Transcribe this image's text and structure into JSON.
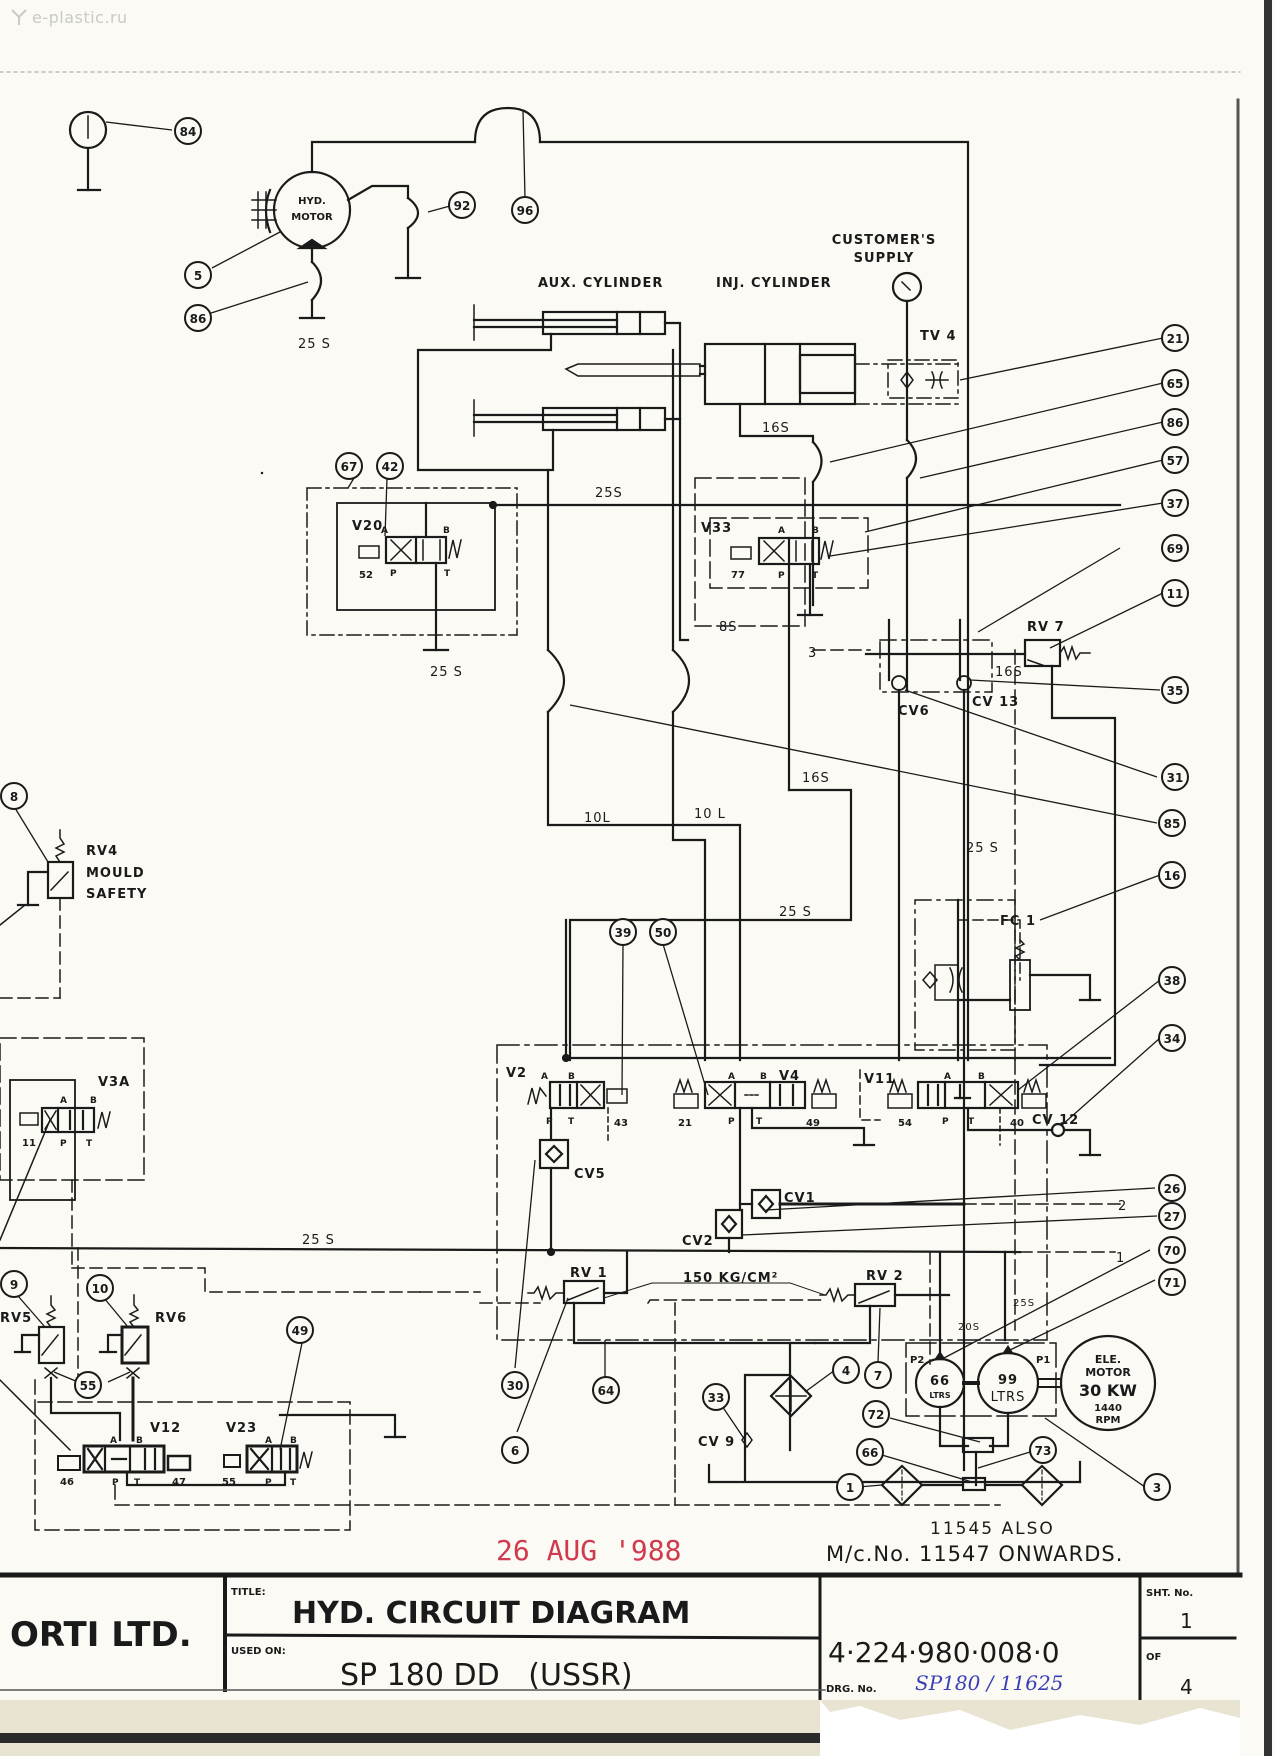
{
  "watermark": "e-plastic.ru",
  "components": {
    "hyd_motor": [
      "HYD.",
      "MOTOR"
    ],
    "aux_cylinder": "AUX. CYLINDER",
    "inj_cylinder": "INJ. CYLINDER",
    "customers_supply": [
      "CUSTOMER'S",
      "SUPPLY"
    ],
    "tv4": "TV 4",
    "v20": "V20",
    "v33": "V33",
    "rv7": "RV 7",
    "cv6": "CV6",
    "cv13": "CV 13",
    "rv4": [
      "RV4",
      "MOULD",
      "SAFETY"
    ],
    "fc1": "FC 1",
    "v2": "V2",
    "v4": "V4",
    "v11": "V11",
    "v3a": "V3A",
    "cv5": "CV5",
    "cv1": "CV1",
    "cv2": "CV2",
    "cv12": "CV 12",
    "rv1": "RV 1",
    "rv2": "RV 2",
    "rv5": "RV5",
    "rv6": "RV6",
    "v12": "V12",
    "v23": "V23",
    "cv9": "CV 9",
    "pump_p2": {
      "port": "P2",
      "flow": "66",
      "unit": "LTRS"
    },
    "pump_p1": {
      "port": "P1",
      "flow": "99",
      "unit": "LTRS"
    },
    "ele_motor": [
      "ELE.",
      "MOTOR",
      "30 KW",
      "1440",
      "RPM"
    ],
    "pressure_setting": "150 KG/CM²"
  },
  "port_labels": {
    "a": "A",
    "b": "B",
    "p": "P",
    "t": "T"
  },
  "solenoid_numbers": {
    "v20": "52",
    "v33": "77",
    "v2": "43",
    "v4_left": "21",
    "v4_right": "49",
    "v11_left": "54",
    "v11_right": "40",
    "v3a": "11",
    "v12_left": "46",
    "v12_right": "47",
    "v23": "55"
  },
  "line_labels": {
    "l_25s_motor": "25 S",
    "l_16s_inj": "16S",
    "l_25s_v20": "25S",
    "l_25s_v20_tank": "25 S",
    "l_8s": "8S",
    "l_3": "3",
    "l_16s_rv7": "16S",
    "l_16s_mid": "16S",
    "l_10l_a": "10L",
    "l_10l_b": "10 L",
    "l_25s_cv13": "25 S",
    "l_25s_v2": "25 S",
    "l_25s_left": "25 S",
    "l_2": "2",
    "l_1": "1",
    "l_20s": "20S",
    "l_25s_p1": "25S"
  },
  "callouts": [
    "84",
    "96",
    "92",
    "5",
    "86",
    "21",
    "65",
    "86",
    "57",
    "37",
    "69",
    "11",
    "35",
    "31",
    "85",
    "16",
    "38",
    "34",
    "26",
    "27",
    "70",
    "71",
    "3",
    "73",
    "72",
    "66",
    "1",
    "4",
    "7",
    "33",
    "64",
    "30",
    "6",
    "39",
    "50",
    "67",
    "42",
    "8",
    "9",
    "10",
    "55",
    "49"
  ],
  "notes": {
    "also": "11545 ALSO",
    "machine_no": "M/c.No. 11547 ONWARDS.",
    "stamp_date": "26 AUG '988"
  },
  "title_block": {
    "company": "ORTI LTD.",
    "title_caption": "TITLE:",
    "title": "HYD. CIRCUIT DIAGRAM",
    "used_on_caption": "USED ON:",
    "used_on": "SP 180 DD   (USSR)",
    "drawing_number": "4·224·980·008·0",
    "drg_caption": "DRG. No.",
    "drg_handwritten": "SP180 / 11625",
    "sheet_caption": "SHT. No.",
    "sheet_no": "1",
    "of_caption": "OF",
    "sheet_total": "4"
  },
  "colors": {
    "ink": "#1a1a1a",
    "paper": "#fbfaf4",
    "stamp_red": "#cf3b4d",
    "pen_blue": "#3a3fb5"
  }
}
